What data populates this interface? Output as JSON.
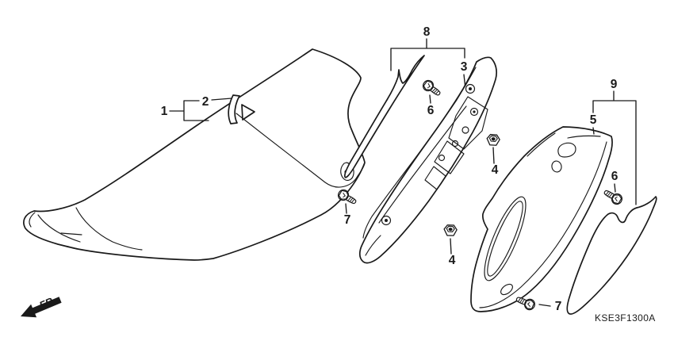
{
  "diagram": {
    "part_code": "KSE3F1300A",
    "front_marker": "FR.",
    "callouts": {
      "seat_set": "1",
      "seat_band": "2",
      "cover_center": "3",
      "nut_upper": "4",
      "nut_lower": "4",
      "cover_side": "5",
      "bolt_upper": "6",
      "bolt_right": "6",
      "bolt_left": "7",
      "bolt_bottom": "7",
      "cover_set": "8",
      "side_cover_set": "9"
    },
    "colors": {
      "background": "#ffffff",
      "line": "#1a1a1a"
    }
  }
}
